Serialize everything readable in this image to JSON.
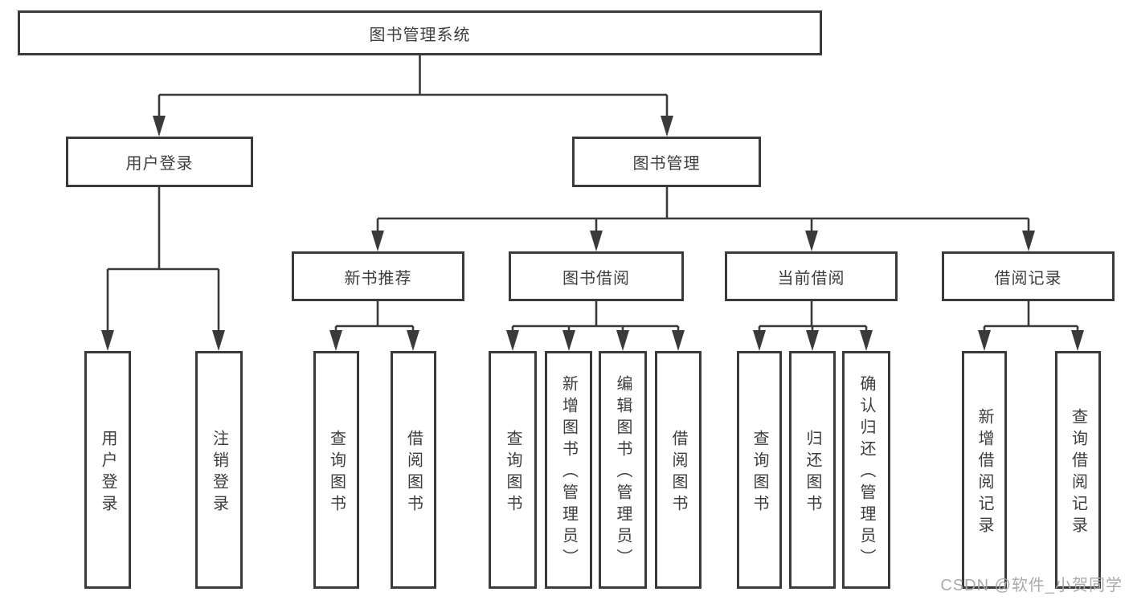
{
  "diagram": {
    "root": {
      "label": "图书管理系统"
    },
    "level2": [
      {
        "label": "用户登录"
      },
      {
        "label": "图书管理"
      }
    ],
    "level3": [
      {
        "label": "新书推荐"
      },
      {
        "label": "图书借阅"
      },
      {
        "label": "当前借阅"
      },
      {
        "label": "借阅记录"
      }
    ],
    "leaves": [
      {
        "label": "用户登录"
      },
      {
        "label": "注销登录"
      },
      {
        "label": "查询图书"
      },
      {
        "label": "借阅图书"
      },
      {
        "label": "查询图书"
      },
      {
        "label": "新增图书（管理员）"
      },
      {
        "label": "编辑图书（管理员）"
      },
      {
        "label": "借阅图书"
      },
      {
        "label": "查询图书"
      },
      {
        "label": "归还图书"
      },
      {
        "label": "确认归还（管理员）"
      },
      {
        "label": "新增借阅记录"
      },
      {
        "label": "查询借阅记录"
      }
    ],
    "watermark": "CSDN @软件_小贺同学",
    "colors": {
      "line": "#3a3a3a",
      "text": "#3d3d3d",
      "background": "#ffffff",
      "watermark": "#a5a5a5"
    }
  }
}
